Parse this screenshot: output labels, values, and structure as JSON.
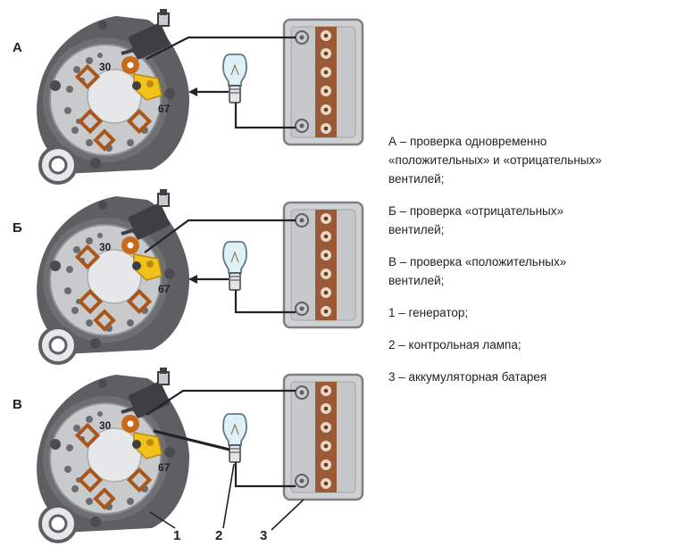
{
  "rows": [
    {
      "letter": "А",
      "terminal_30": "30",
      "terminal_67": "67"
    },
    {
      "letter": "Б",
      "terminal_30": "30",
      "terminal_67": "67"
    },
    {
      "letter": "В",
      "terminal_30": "30",
      "terminal_67": "67"
    }
  ],
  "callouts": {
    "generator": "1",
    "lamp": "2",
    "battery": "3"
  },
  "legend": {
    "a_line1": "А – проверка одновременно",
    "a_line2": "«положительных» и «отрицательных»",
    "a_line3": "вентилей;",
    "b_line1": "Б – проверка «отрицательных»",
    "b_line2": "вентилей;",
    "v_line1": "В – проверка «положительных»",
    "v_line2": "вентилей;",
    "item1": "1 – генератор;",
    "item2": "2 – контрольная лампа;",
    "item3": "3 – аккумуляторная батарея"
  },
  "colors": {
    "housing": "#5d5f62",
    "plate": "#c9cacc",
    "terminal_copper": "#c86a1a",
    "terminal_yellow": "#f2c21a",
    "wire": "#222222",
    "battery_body": "#cfd0d2",
    "battery_cells": "#9a5a36",
    "lamp_glass": "#dff1f6"
  }
}
